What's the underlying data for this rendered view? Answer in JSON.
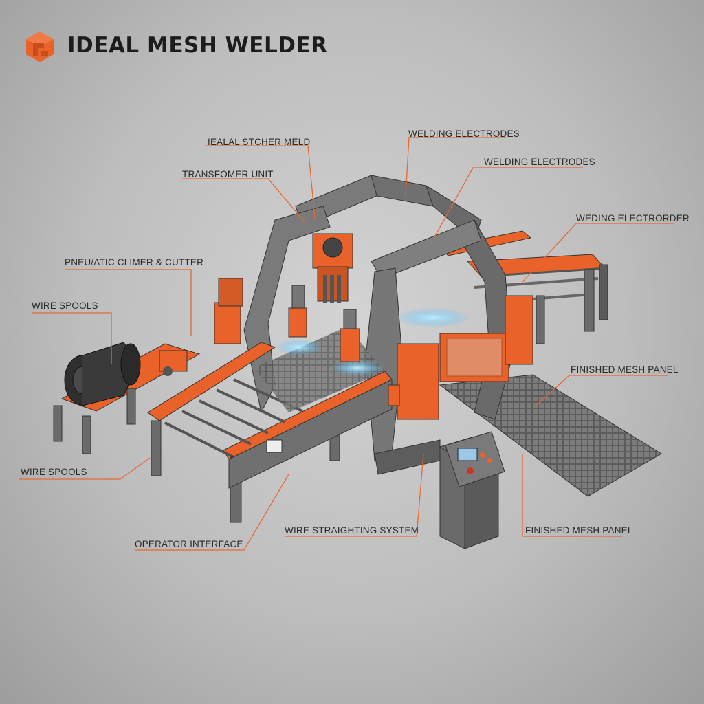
{
  "header": {
    "title": "IDEAL MESH WELDER",
    "accent_color": "#e8622a",
    "logo_icon": "orange-hexagon-logo"
  },
  "labels": {
    "ideal_stitcher_meld": "IEALAL STCHER MELD",
    "welding_electrodes_1": "WELDING ELECTRODES",
    "welding_electrodes_2": "WELDING ELECTRODES",
    "transformer_unit": "TRANSFOMER UNIT",
    "welding_electrorder": "WEDING ELECTRORDER",
    "pneumatic_climber_cutter": "PNEU/ATIC CLIMER & CUTTER",
    "wire_spools_top": "WIRE SPOOLS",
    "finished_mesh_panel_top": "FINISHED MESH PANEL",
    "wire_spools_bottom": "WIRE SPOOLS",
    "wire_straightening_system": "WIRE STRAIGHTING SYSTEM",
    "operator_interface": "OPERATOR INTERFACE",
    "finished_mesh_panel_bottom": "FINISHED MESH PANEL"
  },
  "colors": {
    "frame": "#6f6f6f",
    "frame_dark": "#4e4e4e",
    "accent": "#e8622a",
    "leader": "#e26a36",
    "weld_glow": "#7fd4ff"
  }
}
